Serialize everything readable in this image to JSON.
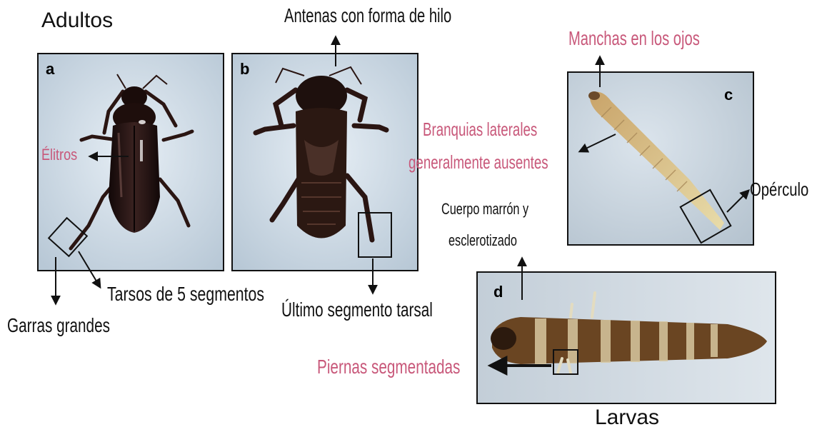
{
  "sections": {
    "adults": "Adultos",
    "larvae": "Larvas"
  },
  "panels": {
    "a": "a",
    "b": "b",
    "c": "c",
    "d": "d"
  },
  "annotations": {
    "elytra": "Élitros",
    "large_claws": "Garras grandes",
    "tarsi": "Tarsos de 5 segmentos",
    "antennae": "Antenas con forma de hilo",
    "last_tarsal": "Último segmento tarsal",
    "eye_spots": "Manchas en los ojos",
    "gills_line1": "Branquias laterales",
    "gills_line2": "generalmente ausentes",
    "operculum": "Opérculo",
    "body_line1": "Cuerpo marrón y",
    "body_line2": "esclerotizado",
    "legs": "Piernas segmentadas"
  },
  "colors": {
    "accent_pink": "#c8587a",
    "photo_bg": "#cfdbe6"
  }
}
